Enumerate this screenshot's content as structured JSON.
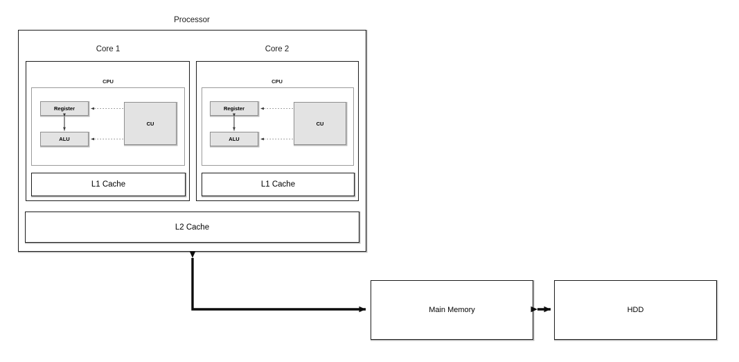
{
  "diagram": {
    "title_label": "Processor",
    "background": "#ffffff",
    "line_color": "#1a1a1a",
    "fill_color": "#e3e3e3",
    "inner_border_color": "#9a9a9a"
  },
  "processor": {
    "label": "Processor",
    "cores": [
      {
        "label": "Core 1",
        "cpu_label": "CPU",
        "register_label": "Register",
        "alu_label": "ALU",
        "cu_label": "CU",
        "l1_label": "L1 Cache"
      },
      {
        "label": "Core 2",
        "cpu_label": "CPU",
        "register_label": "Register",
        "alu_label": "ALU",
        "cu_label": "CU",
        "l1_label": "L1 Cache"
      }
    ],
    "l2_label": "L2 Cache"
  },
  "memory": {
    "main_memory_label": "Main Memory",
    "hdd_label": "HDD"
  },
  "connections": [
    {
      "name": "register-alu-link",
      "kind": "solid",
      "arrows": "both"
    },
    {
      "name": "cu-register-link",
      "kind": "dotted",
      "arrows": "left"
    },
    {
      "name": "cu-alu-link",
      "kind": "dotted",
      "arrows": "left"
    },
    {
      "name": "processor-main-memory-bus",
      "kind": "solid-thick",
      "arrows": "both"
    },
    {
      "name": "main-memory-hdd-bus",
      "kind": "solid-thick",
      "arrows": "both"
    }
  ]
}
